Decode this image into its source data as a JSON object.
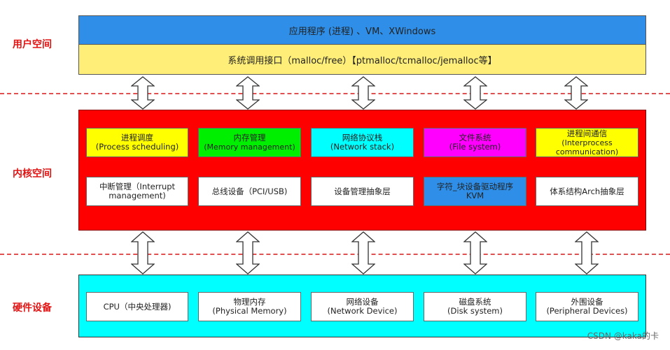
{
  "labels": {
    "user_space": "用户空间",
    "kernel_space": "内核空间",
    "hardware": "硬件设备"
  },
  "user": {
    "apps": "应用程序 (进程) 、VM、XWindows",
    "syscall": "系统调用接口（malloc/free）【ptmalloc/tcmalloc/jemalloc等】"
  },
  "kernel_row1": [
    {
      "line1": "进程调度",
      "line2": "(Process scheduling)",
      "color": "#ffff00"
    },
    {
      "line1": "内存管理",
      "line2": "(Memory management)",
      "color": "#00ee00"
    },
    {
      "line1": "网络协议栈",
      "line2": "(Network stack)",
      "color": "#00ffff"
    },
    {
      "line1": "文件系统",
      "line2": "(File system)",
      "color": "#ff00ff"
    },
    {
      "line1": "进程间通信",
      "line2": "(Interprocess communication)",
      "color": "#ffff00"
    }
  ],
  "kernel_row2": [
    {
      "line1": "中断管理（Interrupt",
      "line2": "management)",
      "color": "#ffffff"
    },
    {
      "line1": "总线设备（PCI/USB)",
      "line2": "",
      "color": "#ffffff"
    },
    {
      "line1": "设备管理抽象层",
      "line2": "",
      "color": "#ffffff"
    },
    {
      "line1": "字符_块设备驱动程序",
      "line2": "KVM",
      "color": "#2f8fe8"
    },
    {
      "line1": "体系结构Arch抽象层",
      "line2": "",
      "color": "#ffffff"
    }
  ],
  "hardware_items": [
    {
      "line1": "CPU（中央处理器)",
      "line2": ""
    },
    {
      "line1": "物理内存",
      "line2": "(Physical Memory)"
    },
    {
      "line1": "网络设备",
      "line2": "(Network Device)"
    },
    {
      "line1": "磁盘系统",
      "line2": "(Disk system)"
    },
    {
      "line1": "外围设备",
      "line2": "(Peripheral Devices)"
    }
  ],
  "watermark": "CSDN @kaka的卡",
  "colors": {
    "apps_band": "#2f8fe8",
    "syscall_band": "#ffee77",
    "kernel": "#ff0000",
    "hardware": "#00ffff"
  }
}
